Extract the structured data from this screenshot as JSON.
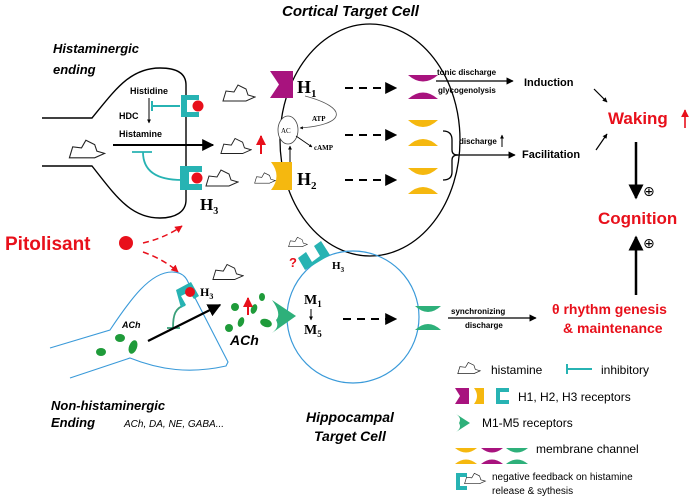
{
  "colors": {
    "h1": "#a8137e",
    "h2": "#f5b80f",
    "h3": "#27b3b3",
    "m": "#2eb07a",
    "drug": "#e8101b",
    "ach": "#1f9b3a",
    "hippocampal_outline": "#3a9ad9",
    "text": "#000000",
    "highlight": "#e8101b"
  },
  "titles": {
    "cortical": "Cortical Target Cell",
    "hippocampal_line1": "Hippocampal",
    "hippocampal_line2": "Target Cell",
    "histaminergic_line1": "Histaminergic",
    "histaminergic_line2": "ending",
    "nonhist_line1": "Non-histaminergic",
    "nonhist_line2": "Ending",
    "nonhist_transmitters": "ACh, DA, NE, GABA..."
  },
  "drug": {
    "name": "Pitolisant"
  },
  "histaminergic": {
    "histidine": "Histidine",
    "hdc": "HDC",
    "histamine": "Histamine",
    "h3": "H",
    "h3_sub": "3"
  },
  "cortical": {
    "h1": "H",
    "h1_sub": "1",
    "h2": "H",
    "h2_sub": "2",
    "ac": "AC",
    "atp": "ATP",
    "camp": "cAMP",
    "tonic": "tonic discharge",
    "glyco": "glycogenolysis",
    "discharge": "discharge",
    "induction": "Induction",
    "facilitation": "Facilitation"
  },
  "hippocampal": {
    "h3": "H",
    "h3_sub": "3",
    "question": "?",
    "m1": "M",
    "m1_sub": "1",
    "m5": "M",
    "m5_sub": "5",
    "sync": "synchronizing",
    "discharge": "discharge"
  },
  "nonhist": {
    "ach_inside": "ACh",
    "ach_outside": "ACh",
    "h3": "H",
    "h3_sub": "3"
  },
  "outcomes": {
    "waking": "Waking",
    "cognition": "Cognition",
    "theta_line1": "θ rhythm genesis",
    "theta_line2": "& maintenance",
    "plus": "⊕"
  },
  "legend": {
    "histamine": "histamine",
    "inhibitory": "inhibitory",
    "receptors": "H1, H2, H3 receptors",
    "m_receptors": "M1-M5 receptors",
    "channel": "membrane channel",
    "feedback_line1": "negative feedback on histamine",
    "feedback_line2": "release & sythesis"
  }
}
